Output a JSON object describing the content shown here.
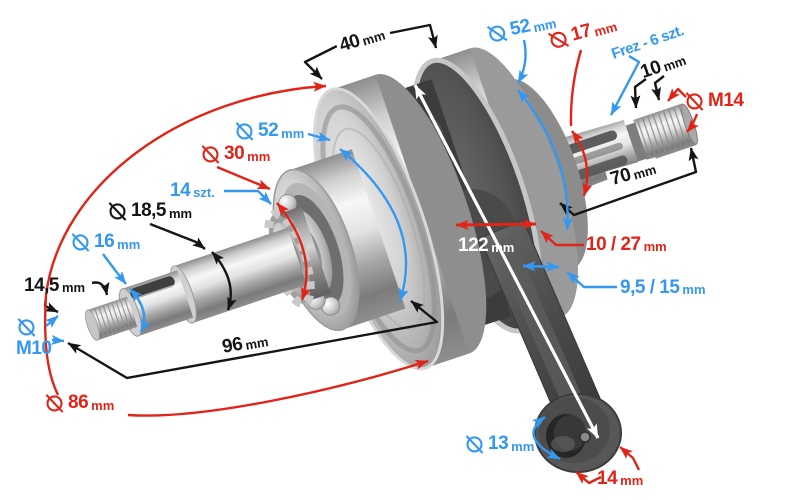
{
  "figure": {
    "subject": "Crankshaft with connecting rod - dimensioned product diagram",
    "language": "Polish",
    "background": "#ffffff"
  },
  "colors": {
    "red": "#e02417",
    "blue": "#3498f0",
    "black": "#151515",
    "white": "#ffffff"
  },
  "annotations": {
    "width_40": {
      "value": "40",
      "unit": "mm"
    },
    "dia_52_right": {
      "value": "52",
      "unit": "mm"
    },
    "dia_17": {
      "value": "17",
      "unit": "mm"
    },
    "frez_splines": {
      "text": "Frez - 6 szt."
    },
    "len_10": {
      "value": "10",
      "unit": "mm"
    },
    "thread_m14": {
      "value": "M14"
    },
    "len_70": {
      "value": "70",
      "unit": "mm"
    },
    "dia_52_left": {
      "value": "52",
      "unit": "mm"
    },
    "dia_30": {
      "value": "30",
      "unit": "mm"
    },
    "teeth_14": {
      "value": "14",
      "unit": "szt."
    },
    "dia_18_5": {
      "value": "18,5",
      "unit": "mm"
    },
    "dia_16": {
      "value": "16",
      "unit": "mm"
    },
    "len_14_5": {
      "value": "14,5",
      "unit": "mm"
    },
    "thread_m10": {
      "value": "M10"
    },
    "len_96": {
      "value": "96",
      "unit": "mm"
    },
    "dia_86": {
      "value": "86",
      "unit": "mm"
    },
    "rod_length_122": {
      "value": "122",
      "unit": "mm"
    },
    "len_10_27": {
      "value": "10 / 27",
      "unit": "mm"
    },
    "len_9_5_15": {
      "value": "9,5 / 15",
      "unit": "mm"
    },
    "dia_13": {
      "value": "13",
      "unit": "mm"
    },
    "len_14": {
      "value": "14",
      "unit": "mm"
    }
  }
}
